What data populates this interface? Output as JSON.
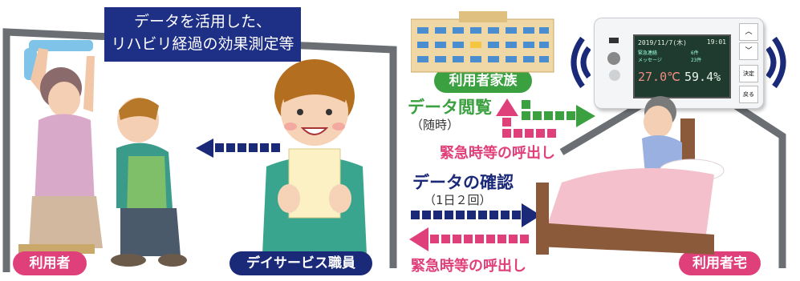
{
  "banner": {
    "line1": "データを活用した、",
    "line2": "リハビリ経過の効果測定等"
  },
  "labels": {
    "user": "利用者",
    "staff": "デイサービス職員",
    "family": "利用者家族",
    "home": "利用者宅"
  },
  "family_flow": {
    "view_title": "データ閲覧",
    "view_sub": "（随時）",
    "emergency": "緊急時等の呼出し"
  },
  "staff_flow": {
    "confirm_title": "データの確認",
    "confirm_sub": "（1日２回）",
    "emergency": "緊急時等の呼出し"
  },
  "device": {
    "date": "2019/11/7(木)",
    "time": "19:01",
    "row1_label": "緊急連絡",
    "row1_value": "6件",
    "row2_label": "メッセージ",
    "row2_value": "23件",
    "temperature": "27.0℃",
    "humidity": "59.4%",
    "buttons": [
      "︿",
      "﹀",
      "決定",
      "戻る"
    ]
  },
  "colors": {
    "navy": "#1a2a78",
    "green": "#3aa040",
    "pink": "#e0407a",
    "device_screen": "#1f3a2e"
  }
}
